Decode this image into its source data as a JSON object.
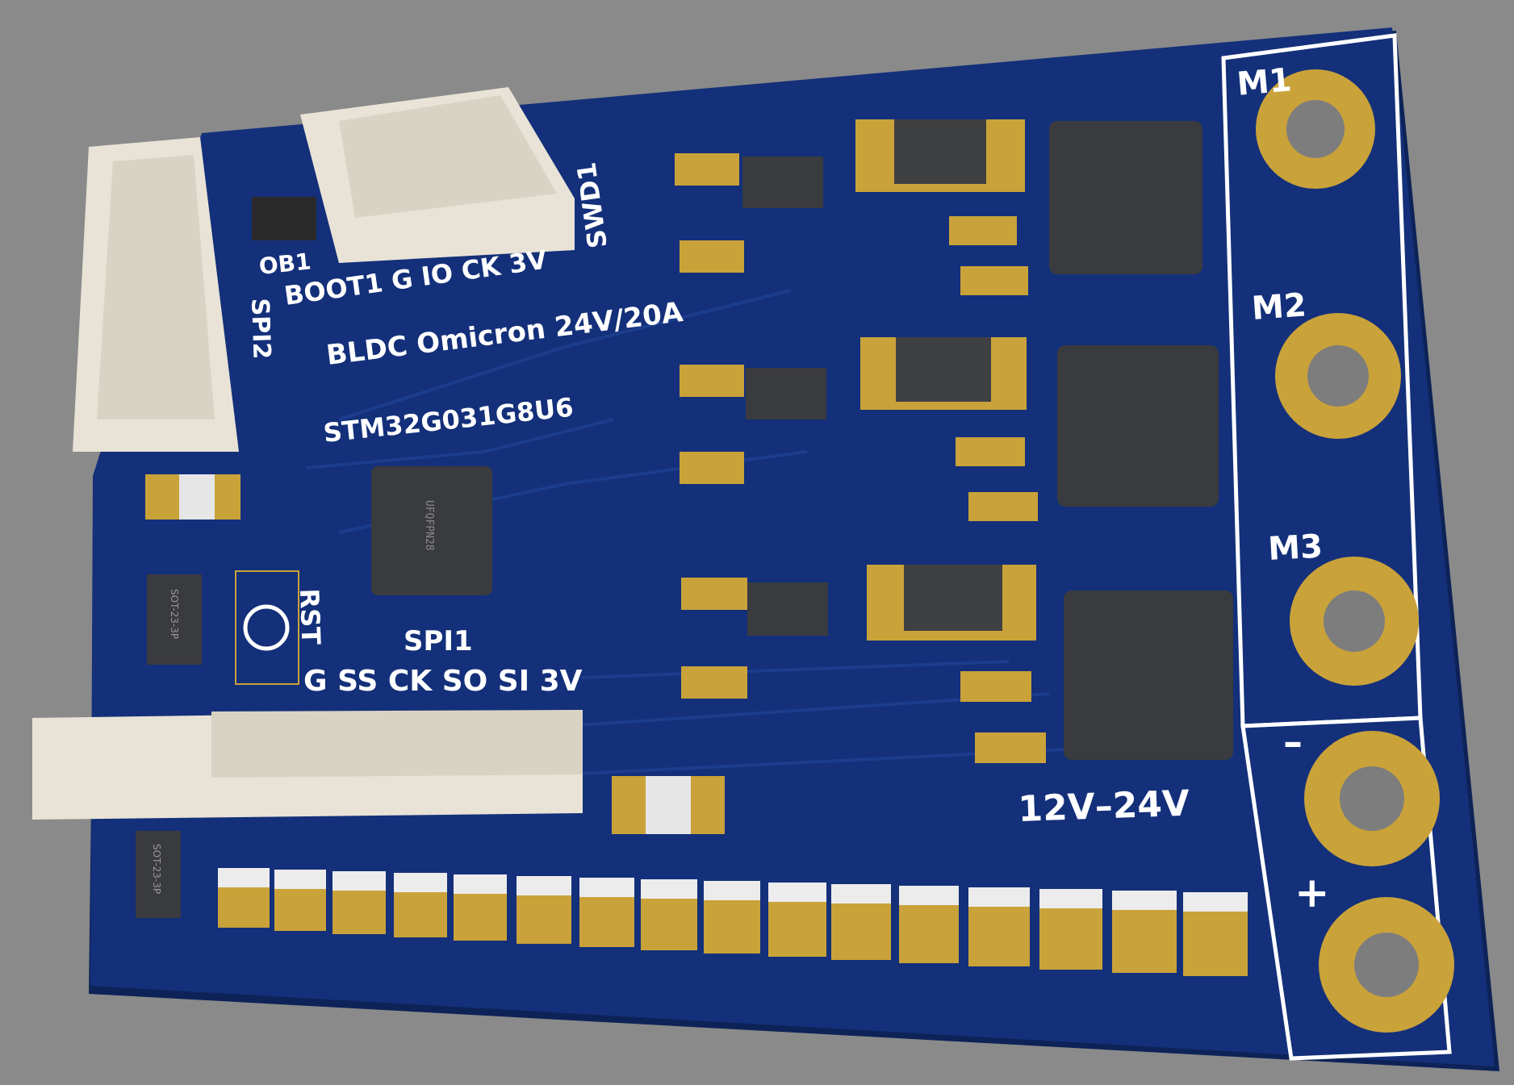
{
  "colors": {
    "background": "#8a8a8a",
    "pcb": "#14307a",
    "pcb_edge": "#0d2358",
    "silkscreen": "#ffffff",
    "gold": "#c9a23a",
    "connector": "#e8e3d6",
    "ic_body": "#3a3b3f"
  },
  "board": {
    "title": "BLDC Omicron 24V/20A",
    "mcu_part": "STM32G031G8U6",
    "mcu_package": "UFQFPN28",
    "swd_label": "SWD1",
    "swd_pins": "BOOT1 G IO CK 3V",
    "ob_label": "OB1",
    "spi2_label": "SPI2",
    "spi1_label": "SPI1",
    "spi1_pins": "G SS CK SO SI 3V",
    "reset_label": "RST",
    "voltage_label": "12V–24V",
    "sot_label_1": "SOT-23-3P",
    "sot_label_2": "SOT-23-3P",
    "motor_phases": [
      "M1",
      "M2",
      "M3"
    ],
    "power_minus": "–",
    "power_plus": "+"
  }
}
